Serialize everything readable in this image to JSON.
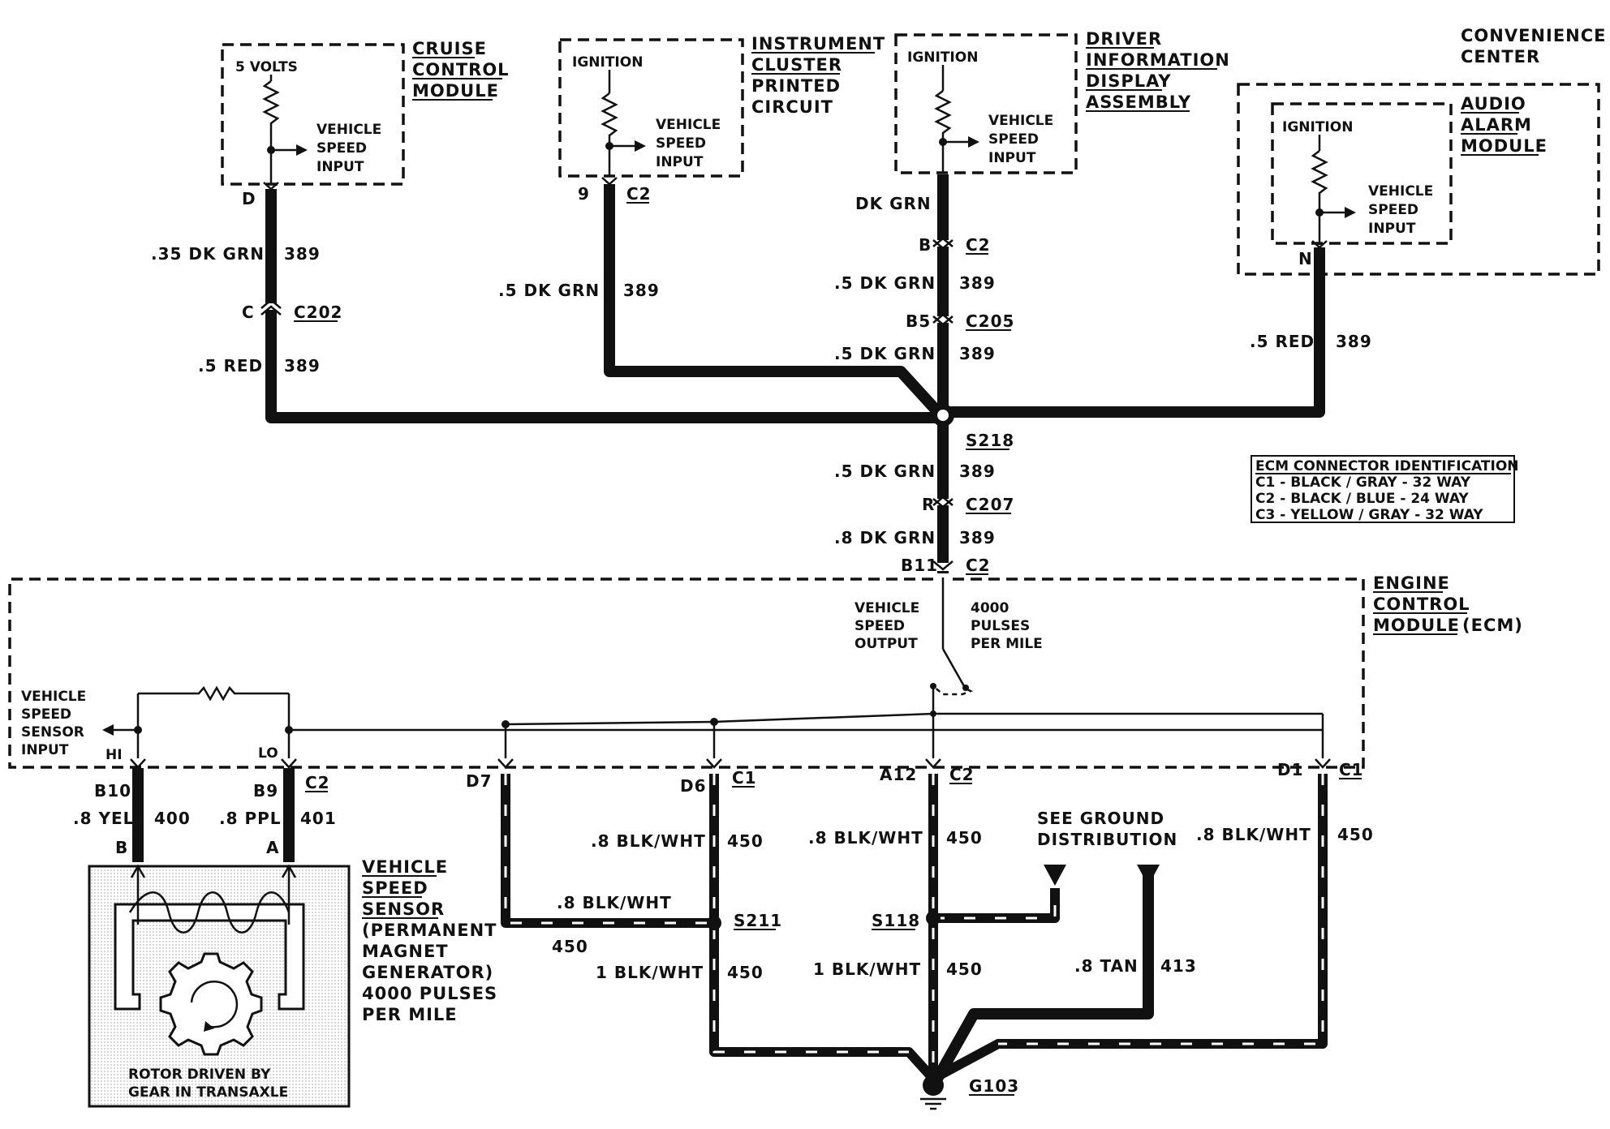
{
  "modules": {
    "cruise": {
      "title": [
        "CRUISE",
        "CONTROL",
        "MODULE"
      ],
      "supply": "5 VOLTS",
      "input": [
        "VEHICLE",
        "SPEED",
        "INPUT"
      ]
    },
    "cluster": {
      "title": [
        "INSTRUMENT",
        "CLUSTER",
        "PRINTED",
        "CIRCUIT"
      ],
      "supply": "IGNITION",
      "input": [
        "VEHICLE",
        "SPEED",
        "INPUT"
      ]
    },
    "dida": {
      "title": [
        "DRIVER",
        "INFORMATION",
        "DISPLAY",
        "ASSEMBLY"
      ],
      "supply": "IGNITION",
      "input": [
        "VEHICLE",
        "SPEED",
        "INPUT"
      ]
    },
    "convenience": {
      "title": [
        "CONVENIENCE",
        "CENTER"
      ]
    },
    "alarm": {
      "title": [
        "AUDIO",
        "ALARM",
        "MODULE"
      ],
      "supply": "IGNITION",
      "input": [
        "VEHICLE",
        "SPEED",
        "INPUT"
      ]
    },
    "ecm": {
      "title": [
        "ENGINE",
        "CONTROL",
        "MODULE"
      ],
      "title_suffix": "(ECM)",
      "output": [
        "VEHICLE",
        "SPEED",
        "OUTPUT"
      ],
      "pulses": [
        "4000",
        "PULSES",
        "PER MILE"
      ],
      "sensor_input": [
        "VEHICLE",
        "SPEED",
        "SENSOR",
        "INPUT"
      ],
      "hi": "HI",
      "lo": "LO"
    },
    "vss": {
      "title": [
        "VEHICLE",
        "SPEED",
        "SENSOR"
      ],
      "desc": [
        "(PERMANENT",
        "MAGNET",
        "GENERATOR)",
        "4000 PULSES",
        "PER MILE"
      ],
      "rotor": [
        "ROTOR DRIVEN BY",
        "GEAR IN TRANSAXLE"
      ]
    }
  },
  "legend": {
    "title": "ECM CONNECTOR IDENTIFICATION",
    "rows": [
      "C1 - BLACK / GRAY - 32 WAY",
      "C2 - BLACK / BLUE - 24 WAY",
      "C3 - YELLOW / GRAY - 32 WAY"
    ]
  },
  "pins": {
    "cruise_d": "D",
    "cluster_9": "9",
    "cluster_c2": "C2",
    "dida_b": "B",
    "dida_c2": "C2",
    "c205_b5": "B5",
    "c205": "C205",
    "alarm_n": "N",
    "c202_c": "C",
    "c202": "C202",
    "c207_r": "R",
    "c207": "C207",
    "ecm_b11": "B11",
    "ecm_b11_c2": "C2",
    "b10": "B10",
    "b9": "B9",
    "b_c2": "C2",
    "sensor_b": "B",
    "sensor_a": "A",
    "d7": "D7",
    "d6": "D6",
    "d6_c1": "C1",
    "a12": "A12",
    "a12_c2": "C2",
    "d1": "D1",
    "d1_c1": "C1"
  },
  "splices": {
    "s218": "S218",
    "s211": "S211",
    "s118": "S118",
    "g103": "G103"
  },
  "wires": {
    "cruise_upper": ".35 DK GRN",
    "cruise_upper_num": "389",
    "cruise_lower": ".5 RED",
    "cruise_lower_num": "389",
    "cluster": ".5 DK GRN",
    "cluster_num": "389",
    "dida_top": "DK GRN",
    "dida_mid": ".5 DK GRN",
    "dida_mid_num": "389",
    "dida_low": ".5 DK GRN",
    "dida_low_num": "389",
    "alarm": ".5 RED",
    "alarm_num": "389",
    "s218_down": ".5 DK GRN",
    "s218_down_num": "389",
    "ecm_in": ".8 DK GRN",
    "ecm_in_num": "389",
    "b10": ".8 YEL",
    "b10_num": "400",
    "b9": ".8 PPL",
    "b9_num": "401",
    "d6": ".8 BLK/WHT",
    "d6_num": "450",
    "d7": ".8 BLK/WHT",
    "d7_num": "450",
    "s211_g": "1 BLK/WHT",
    "s211_g_num": "450",
    "a12": ".8 BLK/WHT",
    "a12_num": "450",
    "s118_g": "1 BLK/WHT",
    "s118_g_num": "450",
    "d1": ".8 BLK/WHT",
    "d1_num": "450",
    "tan": ".8 TAN",
    "tan_num": "413"
  },
  "ground_ref": [
    "SEE GROUND",
    "DISTRIBUTION"
  ]
}
